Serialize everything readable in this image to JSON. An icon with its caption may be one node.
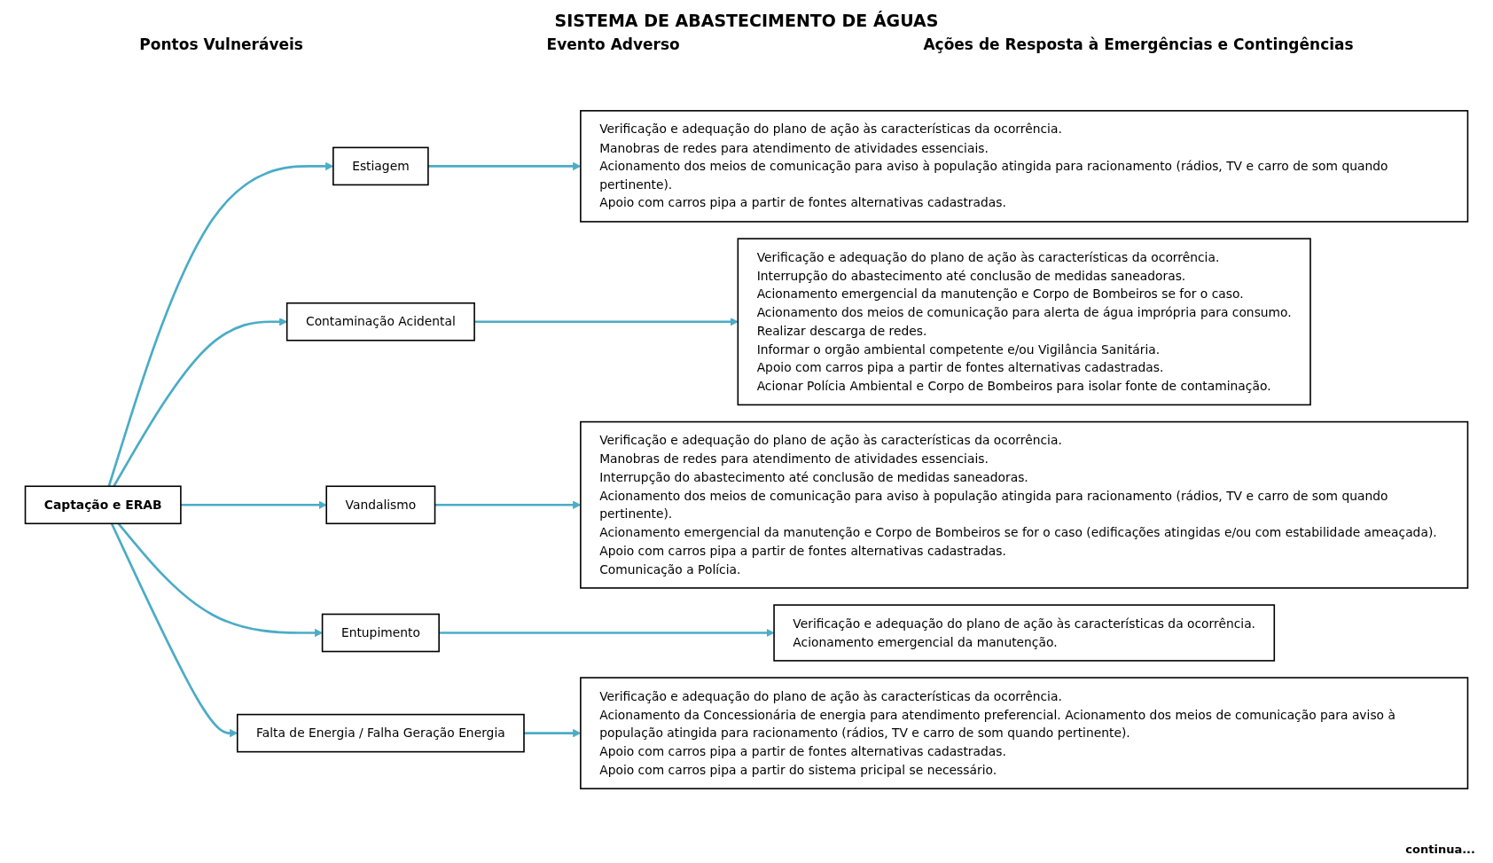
{
  "diagram": {
    "title": "SISTEMA DE ABASTECIMENTO DE ÁGUAS",
    "nodes": [
      {
        "text": [
          "Captação e ERAB"
        ]
      },
      {
        "text": [
          "Estiagem"
        ]
      },
      {
        "text": [
          "Verificação e adequação do plano de ação às características da ocorrência.",
          "Manobras de redes para atendimento de atividades essenciais.",
          "Acionamento dos meios de comunicação para aviso à população atingida para racionamento (rádios, TV e carro de som quando pertinente).",
          "Apoio com carros pipa a partir de fontes alternativas cadastradas."
        ]
      },
      {
        "text": [
          "Contaminação Acidental"
        ]
      },
      {
        "text": [
          "Verificação e adequação do plano de ação às características da ocorrência.",
          "Interrupção do abastecimento até conclusão de medidas saneadoras.",
          "Acionamento emergencial da manutenção e Corpo de Bombeiros se for o caso.",
          "Acionamento dos meios de comunicação para alerta de água imprópria para consumo.",
          "Realizar descarga de redes.",
          "Informar o orgão ambiental competente e/ou Vigilância Sanitária.",
          "Apoio com carros pipa a partir de fontes alternativas cadastradas.",
          "Acionar Polícia Ambiental e Corpo de Bombeiros para isolar fonte de contaminação."
        ]
      },
      {
        "text": [
          "Vandalismo"
        ]
      },
      {
        "text": [
          "Verificação e adequação do plano de ação às características da ocorrência.",
          "Manobras de redes para atendimento de atividades essenciais.",
          "Interrupção do abastecimento até conclusão de medidas saneadoras.",
          "Acionamento dos meios de comunicação para aviso à população atingida para racionamento (rádios, TV e carro de som quando pertinente).",
          "Acionamento emergencial da manutenção e Corpo de Bombeiros se for o caso (edificações atingidas e/ou com estabilidade ameaçada).",
          "Apoio com carros pipa a partir de fontes alternativas cadastradas.",
          "Comunicação a Polícia."
        ]
      },
      {
        "text": [
          "Entupimento"
        ]
      },
      {
        "text": [
          "Verificação e adequação do plano de ação às características da ocorrência.",
          "Acionamento emergencial da manutenção."
        ]
      },
      {
        "text": [
          "Falta de Energia / Falha Geração Energia"
        ]
      },
      {
        "text": [
          "Verificação e adequação do plano de ação às características da ocorrência.",
          "Acionamento da Concessionária de energia para atendimento preferencial. Acionamento dos meios de comunicação para aviso à população atingida para racionamento (rádios, TV e carro de som quando pertinente).",
          "Apoio com carros pipa a partir de fontes alternativas cadastradas.",
          "Apoio com carros pipa a partir do sistema pricipal se necessário."
        ]
      }
    ],
    "edges": [
      {
        "from": 0,
        "to": 1,
        "arrow": "to"
      },
      {
        "from": 1,
        "to": 2,
        "arrow": "to"
      },
      {
        "from": 0,
        "to": 3,
        "arrow": "to"
      },
      {
        "from": 3,
        "to": 4,
        "arrow": "to"
      },
      {
        "from": 0,
        "to": 5,
        "arrow": "to"
      },
      {
        "from": 5,
        "to": 6,
        "arrow": "to"
      },
      {
        "from": 0,
        "to": 7,
        "arrow": "to"
      },
      {
        "from": 7,
        "to": 8,
        "arrow": "to"
      },
      {
        "from": 0,
        "to": 9,
        "arrow": "to"
      },
      {
        "from": 9,
        "to": 10,
        "arrow": "to"
      }
    ],
    "labels": [
      "Pontos Vulneráveis",
      "Evento Adverso",
      "Ações de Resposta à Emergências e Contingências",
      "continua..."
    ]
  }
}
